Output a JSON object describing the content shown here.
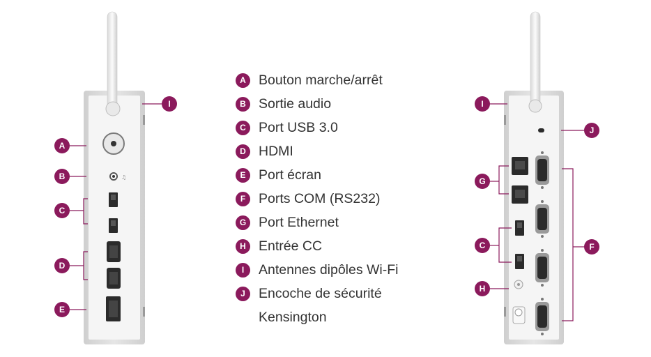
{
  "legend": [
    {
      "letter": "A",
      "text": "Bouton marche/arrêt"
    },
    {
      "letter": "B",
      "text": "Sortie audio"
    },
    {
      "letter": "C",
      "text": "Port USB 3.0"
    },
    {
      "letter": "D",
      "text": "HDMI"
    },
    {
      "letter": "E",
      "text": "Port écran"
    },
    {
      "letter": "F",
      "text": "Ports COM (RS232)"
    },
    {
      "letter": "G",
      "text": "Port Ethernet"
    },
    {
      "letter": "H",
      "text": "Entrée CC"
    },
    {
      "letter": "I",
      "text": "Antennes dipôles Wi-Fi"
    },
    {
      "letter": "J",
      "text": "Encoche de sécurité"
    }
  ],
  "legend_continuation": "Kensington",
  "callouts": {
    "left": [
      "I",
      "A",
      "B",
      "C",
      "D",
      "E"
    ],
    "right": [
      "I",
      "J",
      "G",
      "C",
      "H",
      "F"
    ]
  },
  "colors": {
    "badge": "#8b1a5c",
    "device_frame": "#d7d7d7",
    "device_face": "#f3f3f3",
    "port": "#2b2b2b",
    "leader": "#8b1a5c"
  }
}
